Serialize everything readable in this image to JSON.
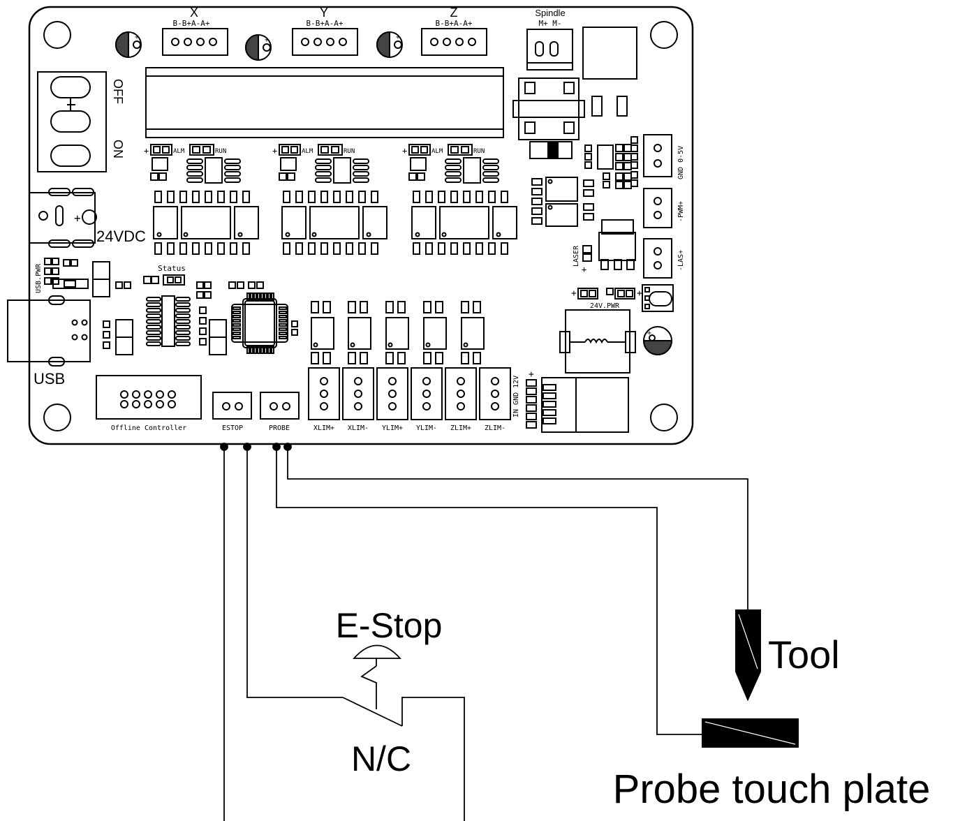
{
  "board": {
    "axes": [
      {
        "name": "X",
        "pins": "B-B+A-A+"
      },
      {
        "name": "Y",
        "pins": "B-B+A-A+"
      },
      {
        "name": "Z",
        "pins": "B-B+A-A+"
      }
    ],
    "spindle": {
      "title": "Spindle",
      "pins": "M+ M-"
    },
    "switch_off": "OFF",
    "switch_on": "ON",
    "power_in": "24VDC",
    "usb": "USB",
    "usb_pwr": "USB.PWR",
    "status": "Status",
    "driver_labels": {
      "plus": "+",
      "alm": "ALM",
      "run": "RUN"
    },
    "right_connectors": [
      {
        "label": "GND 0-5V"
      },
      {
        "label": "-PWM+"
      },
      {
        "label": "-LAS+"
      }
    ],
    "laser": "LASER",
    "pwr24": "24V.PWR",
    "bottom_headers": [
      "Offline Controller",
      "ESTOP",
      "PROBE"
    ],
    "limit_headers": [
      "XLIM+",
      "XLIM-",
      "YLIM+",
      "YLIM-",
      "ZLIM+",
      "ZLIM-"
    ],
    "limit_pin_text": "IN GND 12V"
  },
  "external": {
    "estop_title": "E-Stop",
    "estop_type": "N/C",
    "tool": "Tool",
    "probe_plate": "Probe touch plate"
  }
}
